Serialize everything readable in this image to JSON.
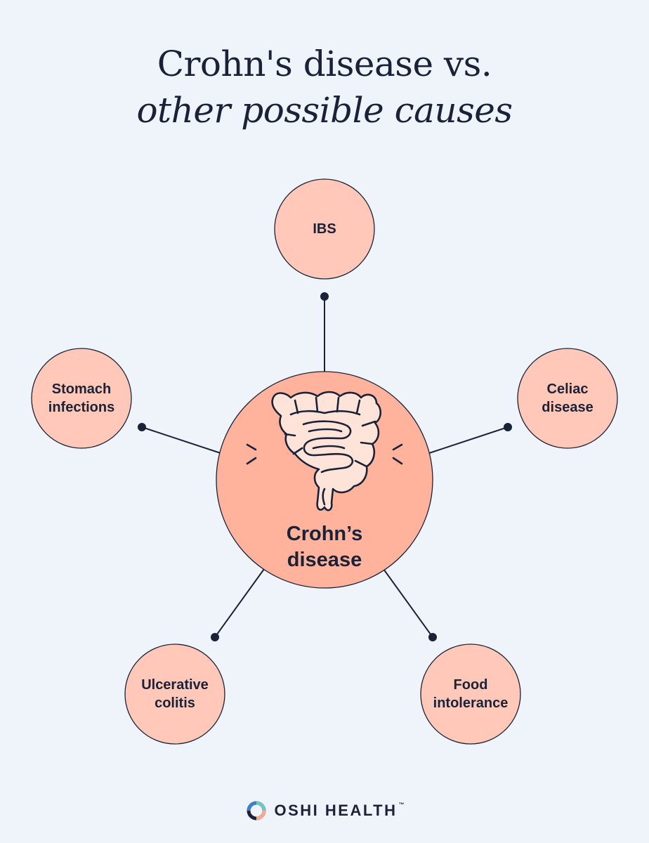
{
  "title": {
    "line1": "Crohn's disease vs.",
    "line2": "other possible causes"
  },
  "center": {
    "label": "Crohn’s\ndisease",
    "icon": "intestines-icon",
    "fill": "#ffb39c"
  },
  "nodes": [
    {
      "id": "ibs",
      "label": "IBS"
    },
    {
      "id": "stomach-infections",
      "label": "Stomach\ninfections"
    },
    {
      "id": "celiac-disease",
      "label": "Celiac\ndisease"
    },
    {
      "id": "ulcerative-colitis",
      "label": "Ulcerative\ncolitis"
    },
    {
      "id": "food-intolerance",
      "label": "Food\nintolerance"
    }
  ],
  "colors": {
    "background": "#eff4fb",
    "node_fill": "#ffc8b8",
    "outline": "#1b2238"
  },
  "brand": {
    "name": "OSHI HEALTH",
    "trademark": "™",
    "logo_icon": "oshi-ring-icon"
  }
}
